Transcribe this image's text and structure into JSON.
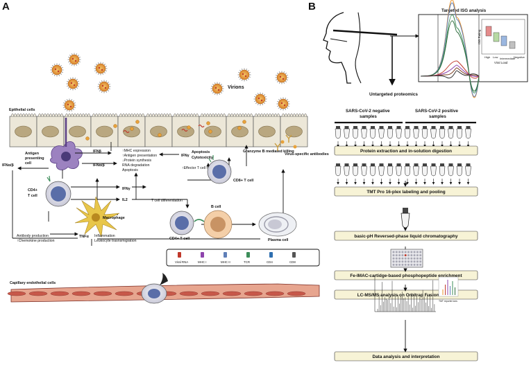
{
  "panel_a": {
    "letter": "A",
    "labels": {
      "virions": "Virions",
      "epithelial": "Epithelial cells",
      "apc": "Antigen presenting cell",
      "ifnb": "IFNβ",
      "ifnab": "IFNα/β",
      "ifnab_right": "IFNα/β",
      "effects": [
        "↑MHC expression",
        "↑Antigen presentation",
        "↓Protein synthesis",
        "RNA degradation",
        "Apoptosis"
      ],
      "ifng_right": "IFNγ",
      "apoptosis": "Apoptosis",
      "cytotoxicity": "Cytotoxicity",
      "effector_t": "↑Effector T cell response",
      "granzyme": "Granzyme B mediated killing",
      "cd8_t": "CD8+ T cell",
      "virus_ab": "Virus-specific antibodies",
      "cd4_t": "CD4+ T cell",
      "ifng_mid": "IFNγ",
      "il2": "IL2",
      "t_diff": "T cell differentiation",
      "b_cell": "B cell",
      "macrophage": "Macrophage",
      "cd4_t_b": "CD4+ T cell",
      "plasma": "Plasma cell",
      "antibody_prod": "Antibody production",
      "chemokine": "↑Chemokine production",
      "tnfa": "TNFα",
      "inflammation": "Inflammation",
      "leuko": "Leukocyte trasnsmigration",
      "capillary": "Capillary endothelial cells"
    },
    "legend": [
      "Viral RNA",
      "MHC I",
      "MHC II",
      "TCR",
      "CD4",
      "CD8"
    ]
  },
  "panel_b": {
    "letter": "B",
    "targeted_title": "Targeted ISG analysis",
    "untargeted": "Untargeted proteomics",
    "neg_samples": "SARS-CoV-2 negative samples",
    "pos_samples": "SARS-CoV-2 positive samples",
    "inset_ylabel": "ISG Rating",
    "inset_xlabel": "Viral Load",
    "inset_cats": [
      "High",
      "Low",
      "Intermediate",
      "Negative"
    ],
    "msms_label": "TMT reporter ions",
    "steps": [
      "Protein extraction and in-solution digestion",
      "TMT Pro 16-plex labeling and pooling",
      "basic-pH Reversed-phase liquid chromatography",
      "Fe-IMAC-cartidge-based phosphopeptide enrichment",
      "LC-MS/MS analysis on Orbitrap Fusion Lumos",
      "Data analysis and interpretation"
    ]
  },
  "colors": {
    "epithelium": "#ece7d8",
    "nucleus": "#b9a780",
    "virus": "#e8a23a",
    "apc": "#9c82c0",
    "endothelium": "#c7584a",
    "step_box": "#f7f3d6",
    "cd4": "#6b9bd1",
    "macrophage": "#e8c64a"
  }
}
